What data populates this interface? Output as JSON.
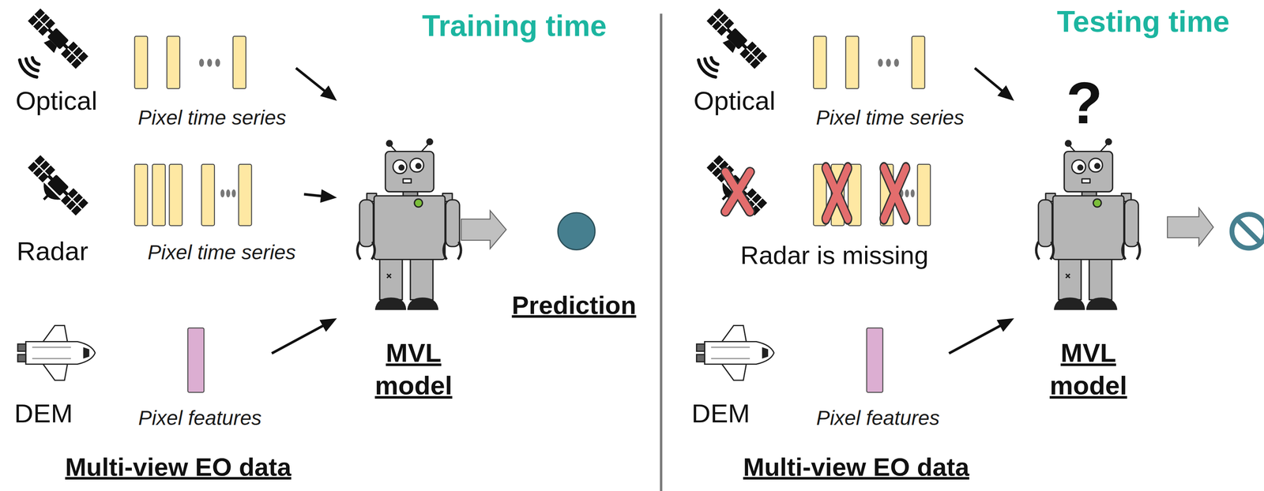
{
  "diagram": {
    "nodes": [
      {
        "text": [
          "Pixel time series"
        ]
      },
      {
        "text": [
          "Pixel time series"
        ]
      },
      {
        "text": [
          "Pixel features"
        ]
      },
      {
        "text": [
          "MVL model"
        ]
      },
      {
        "text": [
          "Prediction"
        ]
      },
      {
        "text": [
          "Pixel time series"
        ]
      },
      {
        "text": [
          "Pixel features"
        ]
      },
      {
        "text": [
          "MVL model"
        ]
      }
    ],
    "edges": [
      {
        "from": 0,
        "to": 3,
        "arrow": "to"
      },
      {
        "from": 1,
        "to": 3,
        "arrow": "to"
      },
      {
        "from": 2,
        "to": 3,
        "arrow": "to"
      },
      {
        "from": 3,
        "to": 4,
        "arrow": "to"
      },
      {
        "from": 5,
        "to": 7,
        "arrow": "to"
      },
      {
        "from": 6,
        "to": 7,
        "arrow": "to"
      }
    ],
    "labels": [
      "Training time",
      "Optical",
      "Radar",
      "DEM",
      "Multi-view EO data",
      "Testing time",
      "Optical",
      "?",
      "Radar is missing",
      "DEM",
      "Multi-view EO data"
    ]
  }
}
